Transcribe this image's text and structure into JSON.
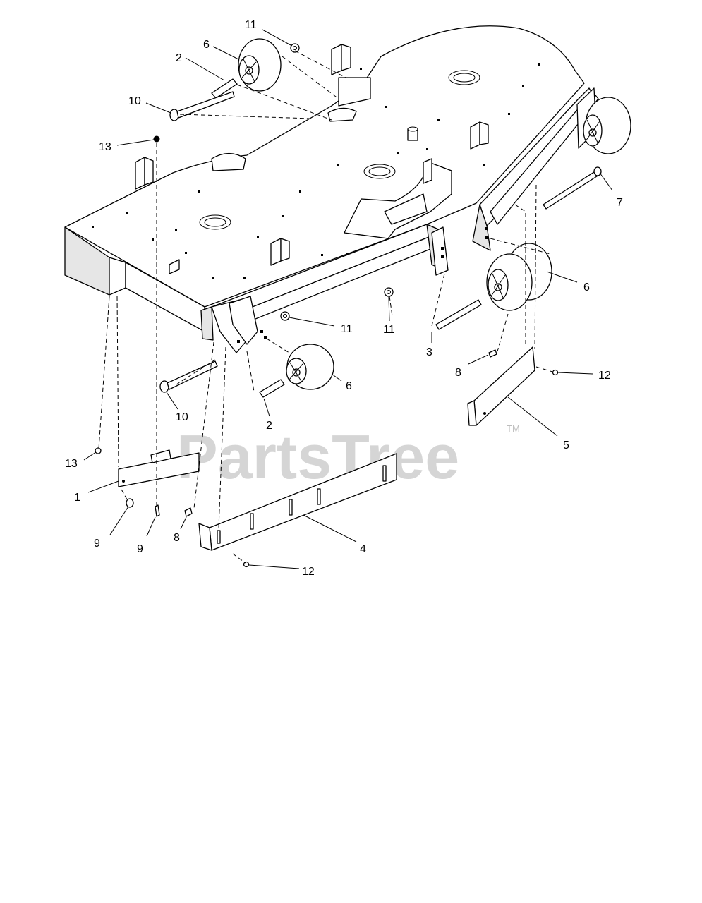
{
  "watermark": {
    "brand": "PartsTree",
    "trademark": "TM"
  },
  "callouts": [
    {
      "id": "c11-top",
      "label": "11"
    },
    {
      "id": "c6-top",
      "label": "6"
    },
    {
      "id": "c2-top",
      "label": "2"
    },
    {
      "id": "c10-top",
      "label": "10"
    },
    {
      "id": "c13-top",
      "label": "13"
    },
    {
      "id": "c7",
      "label": "7"
    },
    {
      "id": "c6-right",
      "label": "6"
    },
    {
      "id": "c11-mid-left",
      "label": "11"
    },
    {
      "id": "c11-mid-right",
      "label": "11"
    },
    {
      "id": "c3",
      "label": "3"
    },
    {
      "id": "c8-right",
      "label": "8"
    },
    {
      "id": "c12-right",
      "label": "12"
    },
    {
      "id": "c6-front",
      "label": "6"
    },
    {
      "id": "c10-bottom",
      "label": "10"
    },
    {
      "id": "c2-bottom",
      "label": "2"
    },
    {
      "id": "c5",
      "label": "5"
    },
    {
      "id": "c13-bottom",
      "label": "13"
    },
    {
      "id": "c1",
      "label": "1"
    },
    {
      "id": "c9-left",
      "label": "9"
    },
    {
      "id": "c9-right",
      "label": "9"
    },
    {
      "id": "c8-bottom",
      "label": "8"
    },
    {
      "id": "c4",
      "label": "4"
    },
    {
      "id": "c12-bottom",
      "label": "12"
    }
  ]
}
